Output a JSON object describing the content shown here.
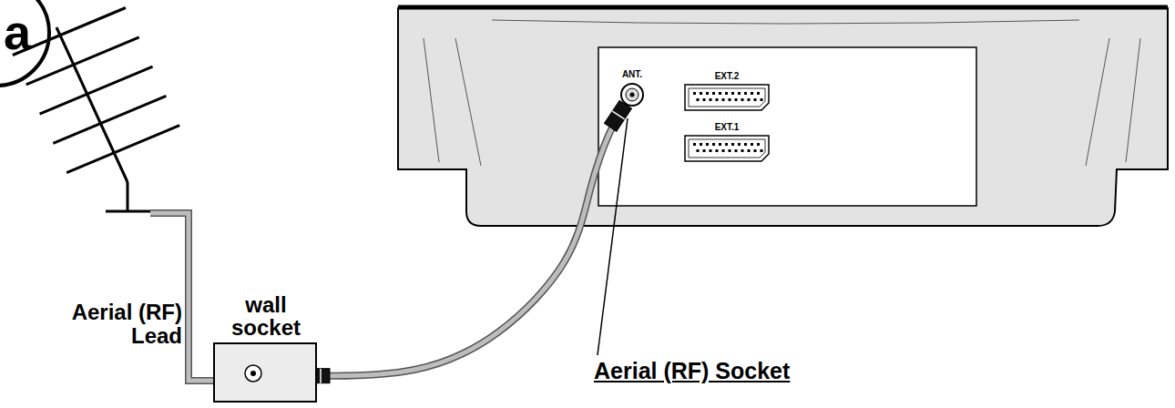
{
  "diagram": {
    "nodes": [
      {
        "text": [
          "wall socket"
        ]
      },
      {
        "text": [
          "ANT."
        ]
      },
      {
        "text": [
          "EXT.2"
        ]
      },
      {
        "text": [
          "EXT.1"
        ]
      }
    ],
    "edges": [
      {
        "from": 0,
        "to": 1,
        "arrow": "none"
      }
    ],
    "labels": [
      "a",
      "Aerial (RF) Lead",
      "Aerial (RF) Socket"
    ]
  }
}
